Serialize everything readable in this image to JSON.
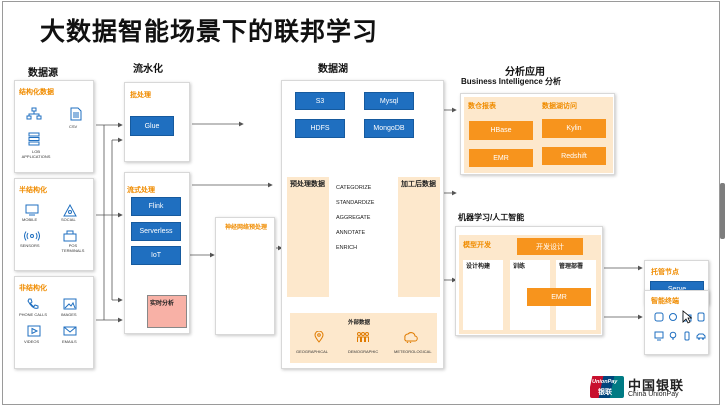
{
  "title": "大数据智能场景下的联邦学习",
  "columns": {
    "sources": "数据源",
    "pipeline": "流水化",
    "lake": "数据湖",
    "apps": "分析应用"
  },
  "sources": {
    "structured": {
      "label": "结构化数据",
      "items": [
        "LOB APPLICATIONS",
        "CSV"
      ]
    },
    "semi": {
      "label": "半结构化",
      "items": [
        "MOBILE",
        "SOCIAL",
        "SENSORS",
        "POS TERMINALS"
      ]
    },
    "unstructured": {
      "label": "非结构化",
      "items": [
        "PHONE CALLS",
        "IMAGES",
        "VIDEOS",
        "EMAILS"
      ]
    }
  },
  "pipeline": {
    "batch": {
      "label": "批处理",
      "box": "Glue"
    },
    "stream": {
      "label": "流式处理",
      "boxes": [
        "Flink",
        "Serverless",
        "IoT"
      ],
      "realtime": "实时分析"
    },
    "neural": "神经网络预处理"
  },
  "lake": {
    "stores": [
      "S3",
      "Mysql",
      "HDFS",
      "MongoDB"
    ],
    "pre": "预处理数据",
    "post": "加工后数据",
    "steps": [
      "CATEGORIZE",
      "STANDARDIZE",
      "AGGREGATE",
      "ANNOTATE",
      "ENRICH"
    ],
    "external": {
      "label": "外部数据",
      "items": [
        "GEOGRAPHICAL",
        "DEMOGRAPHIC",
        "METEOROLOGICAL"
      ]
    }
  },
  "apps": {
    "bi": {
      "title": "Business Intelligence 分析",
      "left_label": "数仓报表",
      "right_label": "数据湖访问",
      "boxes": [
        "HBase",
        "Kylin",
        "EMR",
        "Redshift"
      ]
    },
    "ml": {
      "title": "机器学习/人工智能",
      "dev_label": "模型开发",
      "dev_box": "开发设计",
      "steps": [
        "设计构建",
        "训练",
        "管理部署"
      ],
      "emr": "EMR"
    },
    "hosting": {
      "label": "托管节点",
      "box": "Serve"
    },
    "smart": {
      "label": "智能终端"
    }
  },
  "brand": {
    "badge_top": "UnionPay",
    "badge_bottom": "银联",
    "cn": "中国银联",
    "en": "China UnionPay"
  },
  "colors": {
    "orange": "#f7941d",
    "blue": "#1f6fc0",
    "peach": "#fde8cc",
    "brand_red": "#c8102e"
  }
}
